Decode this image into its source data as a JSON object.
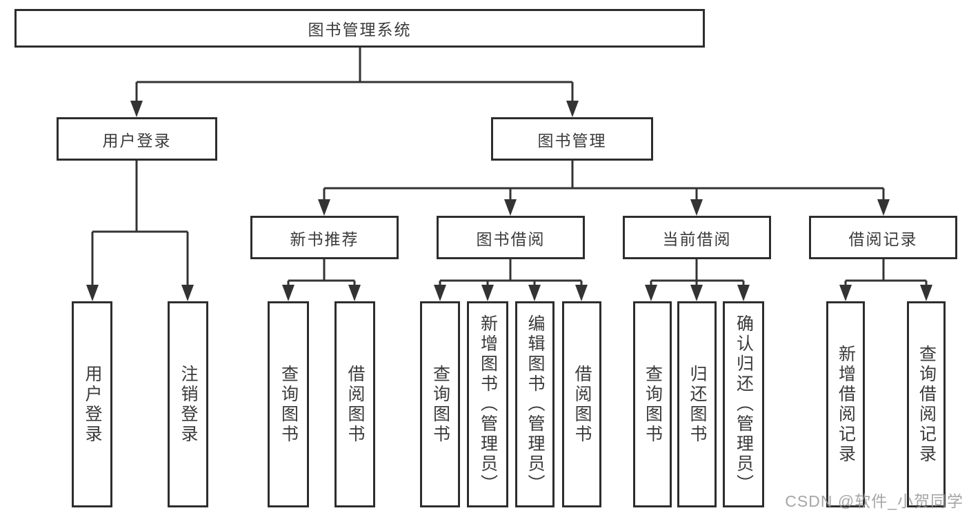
{
  "diagram": {
    "root": {
      "label": "图书管理系统"
    },
    "level2": [
      {
        "label": "用户登录"
      },
      {
        "label": "图书管理"
      }
    ],
    "level3": [
      {
        "label": "新书推荐",
        "parent": "图书管理"
      },
      {
        "label": "图书借阅",
        "parent": "图书管理"
      },
      {
        "label": "当前借阅",
        "parent": "图书管理"
      },
      {
        "label": "借阅记录",
        "parent": "图书管理"
      }
    ],
    "leaves": [
      {
        "label": "用户登录",
        "parent": "用户登录"
      },
      {
        "label": "注销登录",
        "parent": "用户登录"
      },
      {
        "label": "查询图书",
        "parent": "新书推荐"
      },
      {
        "label": "借阅图书",
        "parent": "新书推荐"
      },
      {
        "label": "查询图书",
        "parent": "图书借阅"
      },
      {
        "label": "新增图书（管理员）",
        "parent": "图书借阅"
      },
      {
        "label": "编辑图书（管理员）",
        "parent": "图书借阅"
      },
      {
        "label": "借阅图书",
        "parent": "图书借阅"
      },
      {
        "label": "查询图书",
        "parent": "当前借阅"
      },
      {
        "label": "归还图书",
        "parent": "当前借阅"
      },
      {
        "label": "确认归还（管理员）",
        "parent": "当前借阅"
      },
      {
        "label": "新增借阅记录",
        "parent": "借阅记录"
      },
      {
        "label": "查询借阅记录",
        "parent": "借阅记录"
      }
    ],
    "colors": {
      "line": "#333333",
      "box_border": "#2d2d2d",
      "text": "#3a3a3a",
      "background": "#ffffff"
    }
  },
  "watermark": {
    "text": "CSDN @软件_小贺同学",
    "color": "#969696"
  }
}
